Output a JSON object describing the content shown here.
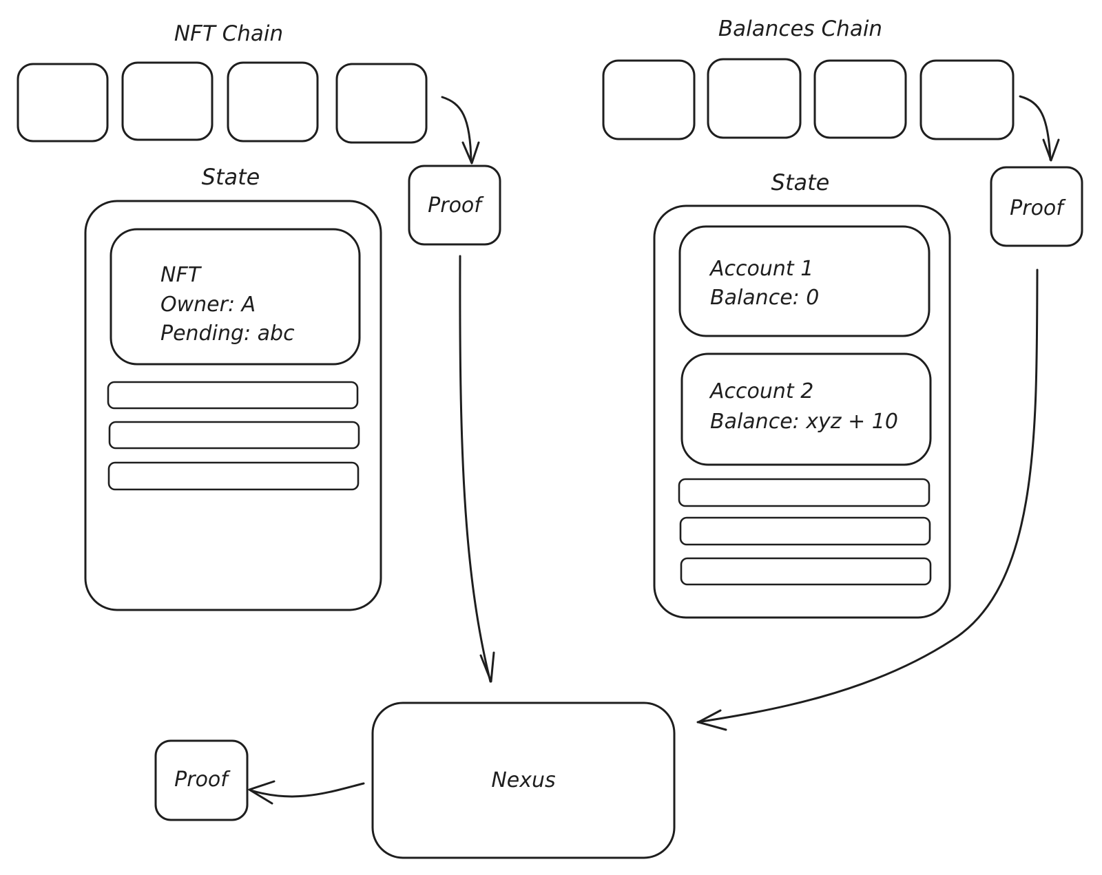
{
  "nft_chain": {
    "title": "NFT Chain",
    "state_label": "State",
    "nft_card": {
      "line1": "NFT",
      "line2": "Owner: A",
      "line3": "Pending: abc"
    },
    "proof_label": "Proof"
  },
  "balances_chain": {
    "title": "Balances Chain",
    "state_label": "State",
    "account1": {
      "line1": "Account 1",
      "line2": "Balance: 0"
    },
    "account2": {
      "line1": "Account 2",
      "line2": "Balance: xyz + 10"
    },
    "proof_label": "Proof"
  },
  "nexus": {
    "label": "Nexus",
    "proof_label": "Proof"
  }
}
